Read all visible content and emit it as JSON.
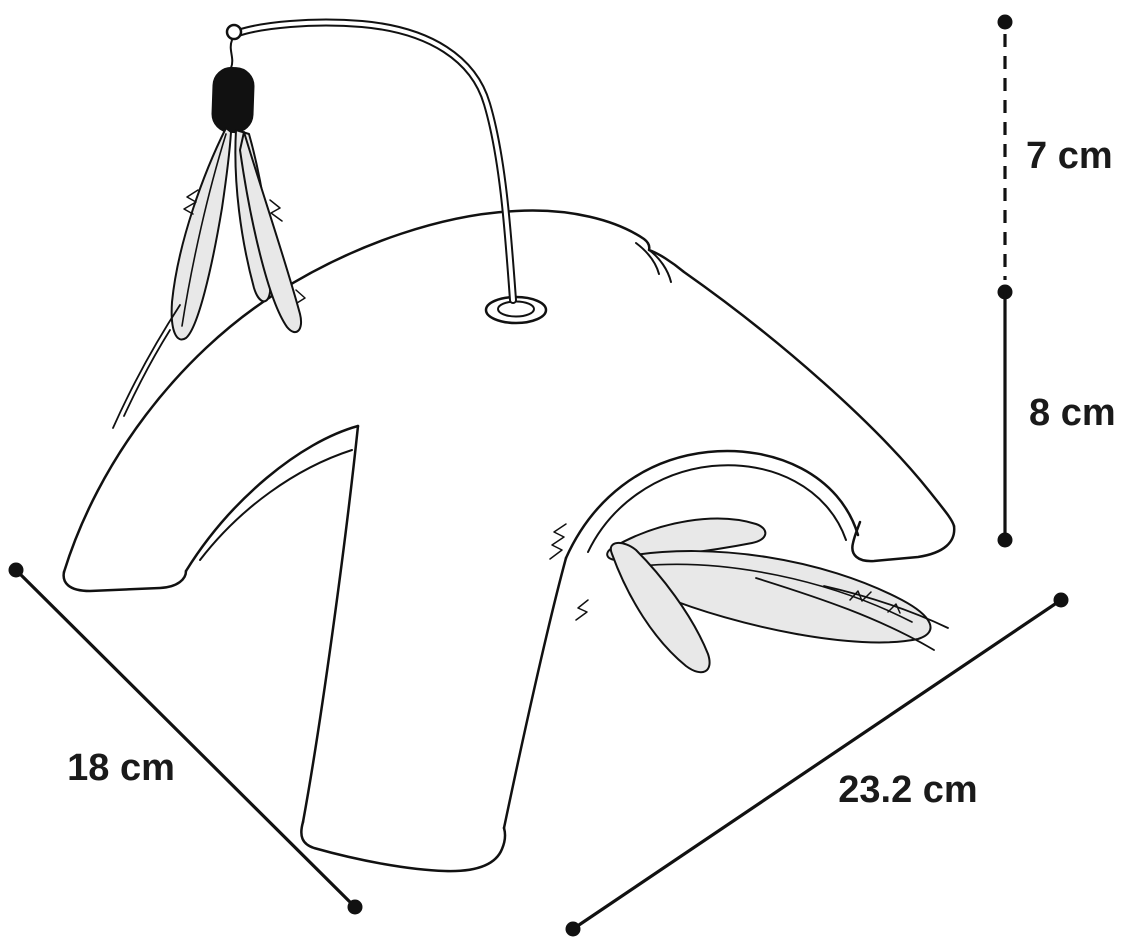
{
  "page": {
    "background": "#ffffff",
    "type": "product-dimension-diagram"
  },
  "illustration": {
    "subject": "cat toy arch base with feather teaser wand",
    "line_color": "#111111",
    "feather_fill": "#e8e8e8",
    "grip_fill": "#111111"
  },
  "dimensions": {
    "label_color": "#1a1a1a",
    "dot_color": "#111111",
    "items": [
      {
        "id": "wand-height-above-base",
        "label": "7 cm",
        "line_style": "dashed"
      },
      {
        "id": "base-height",
        "label": "8 cm",
        "line_style": "solid"
      },
      {
        "id": "base-depth",
        "label": "18 cm",
        "line_style": "solid"
      },
      {
        "id": "base-width",
        "label": "23.2 cm",
        "line_style": "solid"
      }
    ]
  }
}
